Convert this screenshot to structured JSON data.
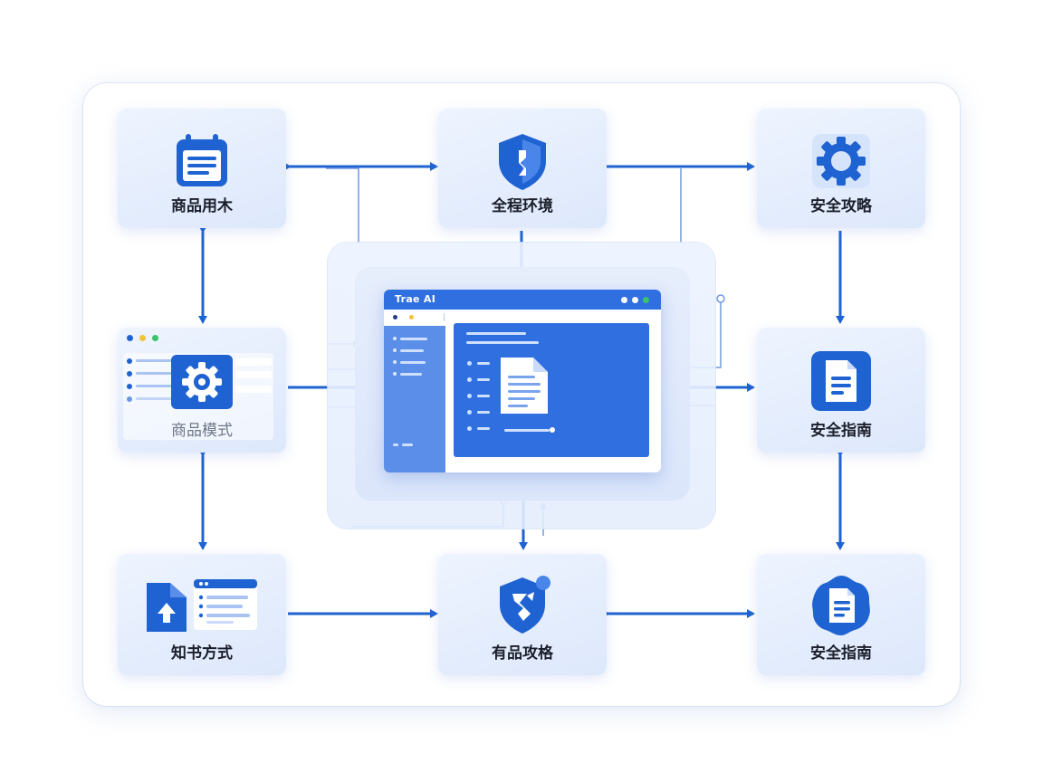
{
  "nodes": {
    "top_left": {
      "label": "商品用木",
      "icon": "calendar-icon"
    },
    "top_center": {
      "label": "全程环境",
      "icon": "shield-icon"
    },
    "top_right": {
      "label": "安全攻略",
      "icon": "gear-icon"
    },
    "mid_left": {
      "label": "商品模式",
      "icon": "gear-icon"
    },
    "mid_right": {
      "label": "安全指南",
      "icon": "document-icon"
    },
    "bottom_left": {
      "label": "知书方式",
      "icon": "upload-folder-icon"
    },
    "bottom_center": {
      "label": "有品攻格",
      "icon": "shield-icon"
    },
    "bottom_right": {
      "label": "安全指南",
      "icon": "document-badge-icon"
    }
  },
  "app": {
    "title": "Trae AI"
  },
  "colors": {
    "accent": "#2f6fe0",
    "arrow": "#1f63d2",
    "node_bg": "#e4edfc",
    "label": "#1b1f2b"
  }
}
